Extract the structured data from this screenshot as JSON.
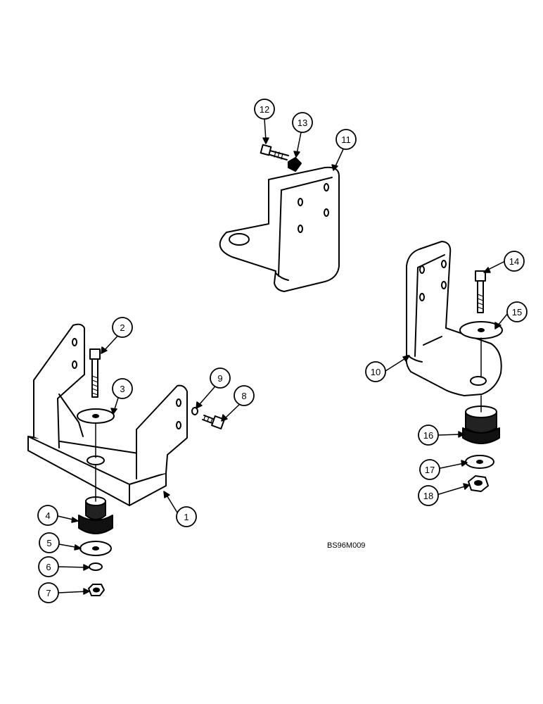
{
  "diagram": {
    "reference_code": "BS96M009",
    "callouts": [
      {
        "id": "1",
        "label": "1"
      },
      {
        "id": "2",
        "label": "2"
      },
      {
        "id": "3",
        "label": "3"
      },
      {
        "id": "4",
        "label": "4"
      },
      {
        "id": "5",
        "label": "5"
      },
      {
        "id": "6",
        "label": "6"
      },
      {
        "id": "7",
        "label": "7"
      },
      {
        "id": "8",
        "label": "8"
      },
      {
        "id": "9",
        "label": "9"
      },
      {
        "id": "10",
        "label": "10"
      },
      {
        "id": "11",
        "label": "11"
      },
      {
        "id": "12",
        "label": "12"
      },
      {
        "id": "13",
        "label": "13"
      },
      {
        "id": "14",
        "label": "14"
      },
      {
        "id": "15",
        "label": "15"
      },
      {
        "id": "16",
        "label": "16"
      },
      {
        "id": "17",
        "label": "17"
      },
      {
        "id": "18",
        "label": "18"
      }
    ]
  }
}
